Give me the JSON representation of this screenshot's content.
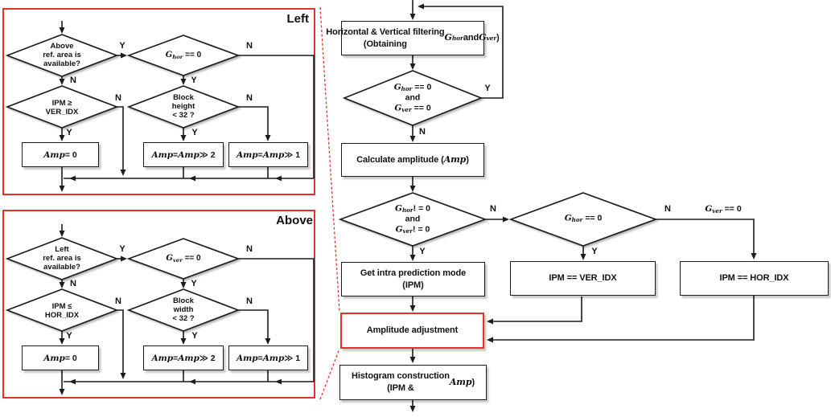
{
  "colors": {
    "accent_red": "#e0342b",
    "line": "#1c1c1c"
  },
  "labels": {
    "yes": "Y",
    "no": "N"
  },
  "left_panel": {
    "title": "Left",
    "diamond_above_ref": "Above\nref. area is\navailable?",
    "diamond_ghor_zero": "*G*_{hor} == 0",
    "diamond_ipm": "IPM ≥\nVER_IDX",
    "diamond_block": "Block\nheight\n< 32 ?",
    "box_amp_zero": "*Amp* = 0",
    "box_amp_shift2": "*Amp* = *Amp* ≫ 2",
    "box_amp_shift1": "*Amp* = *Amp* ≫ 1"
  },
  "above_panel": {
    "title": "Above",
    "diamond_left_ref": "Left\nref. area is\navailable?",
    "diamond_gver_zero": "*G*_{ver} == 0",
    "diamond_ipm": "IPM ≤\nHOR_IDX",
    "diamond_block": "Block\nwidth\n< 32 ?",
    "box_amp_zero": "*Amp* = 0",
    "box_amp_shift2": "*Amp* = *Amp* ≫ 2",
    "box_amp_shift1": "*Amp* = *Amp* ≫ 1"
  },
  "main_flow": {
    "box_filtering": "Horizontal & Vertical filtering\n(Obtaining *G*_{hor} and *G*_{ver})",
    "diamond_both_zero": "*G*_{hor} == 0\nand\n*G*_{ver} == 0",
    "box_calc_amp": "Calculate amplitude (*Amp*)",
    "diamond_both_nonzero": "*G*_{hor}! = 0\nand\n*G*_{ver}! = 0",
    "diamond_ghor_zero": "*G*_{hor} == 0",
    "label_gver_zero": "*G*_{ver} == 0",
    "box_get_ipm": "Get intra prediction mode\n(IPM)",
    "box_ipm_ver": "IPM == VER_IDX",
    "box_ipm_hor": "IPM == HOR_IDX",
    "box_amp_adjust": "Amplitude adjustment",
    "box_histogram": "Histogram construction\n(IPM & *Amp*)"
  }
}
